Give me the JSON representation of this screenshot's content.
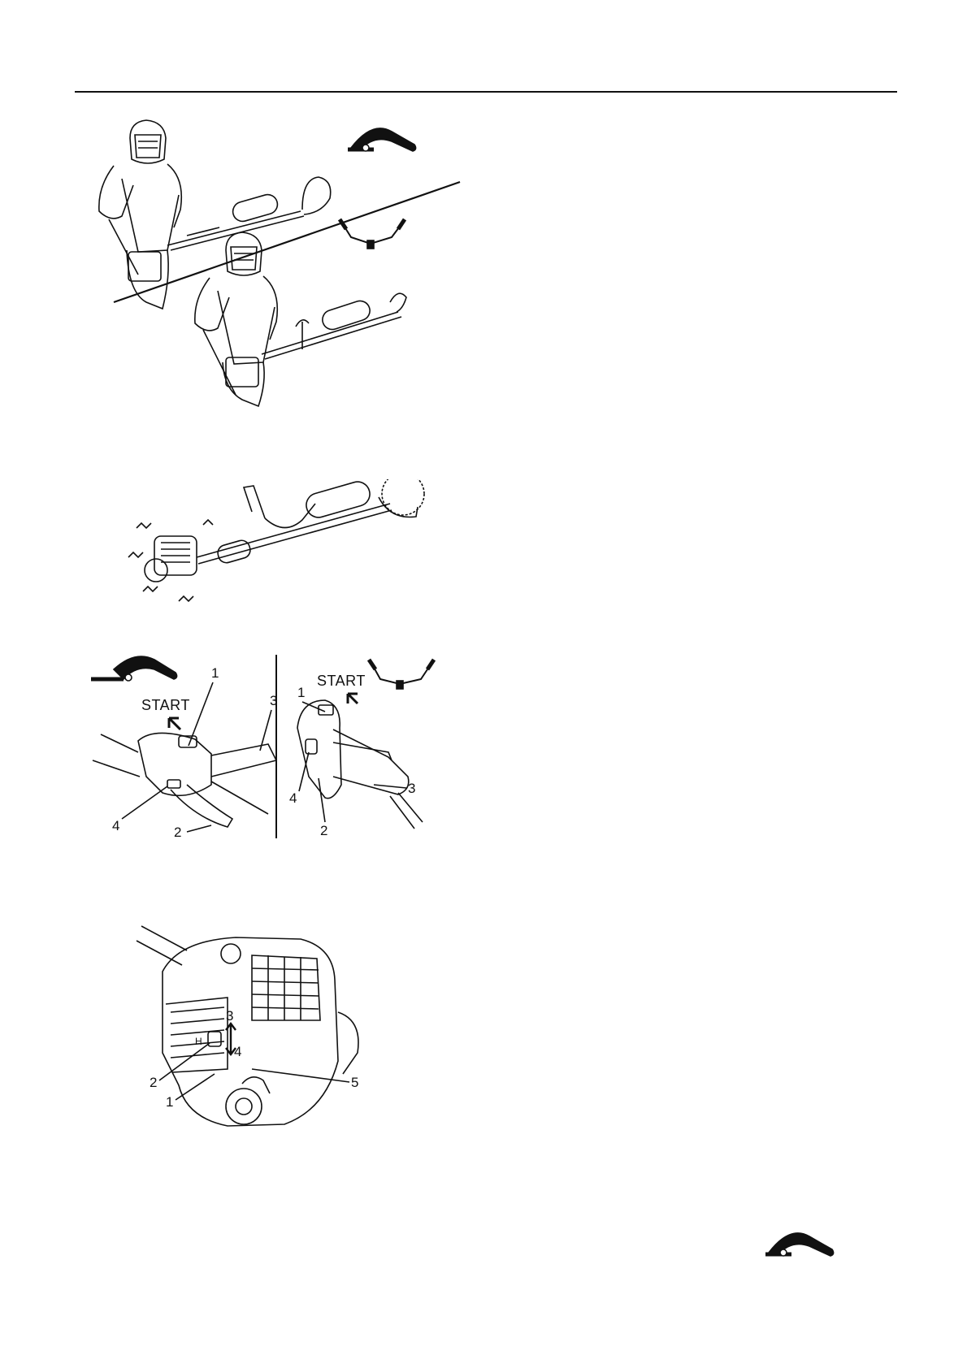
{
  "page": {
    "background": "#ffffff",
    "ink": "#111111"
  },
  "figures": {
    "operators_top": {
      "icons": [
        "loop-handle-icon",
        "bike-handle-icon"
      ]
    },
    "trimmer_vibration": {
      "icons": [
        "vibration-lines-icon"
      ]
    },
    "start_controls": {
      "left": {
        "start_label": "START",
        "callouts": [
          "1",
          "3",
          "4",
          "2"
        ]
      },
      "right": {
        "start_label": "START",
        "callouts": [
          "1",
          "3",
          "4",
          "2"
        ]
      }
    },
    "engine_choke": {
      "callouts": [
        "3",
        "2",
        "1",
        "4",
        "5",
        "H"
      ]
    },
    "operators_bottom": {
      "icons": [
        "loop-handle-icon",
        "bike-handle-icon"
      ]
    }
  }
}
